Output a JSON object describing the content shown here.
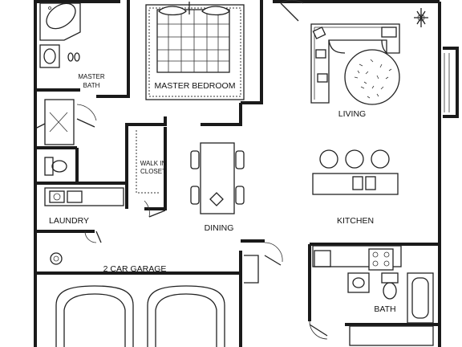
{
  "rooms": {
    "master_bath": [
      "MASTER",
      "BATH"
    ],
    "master_bedroom": "MASTER BEDROOM",
    "living": "LIVING",
    "walk_in_closet": [
      "WALK IN",
      "CLOSET"
    ],
    "dining": "DINING",
    "kitchen": "KITCHEN",
    "laundry": "LAUNDRY",
    "garage": "2 CAR GARAGE",
    "bath": "BATH"
  }
}
